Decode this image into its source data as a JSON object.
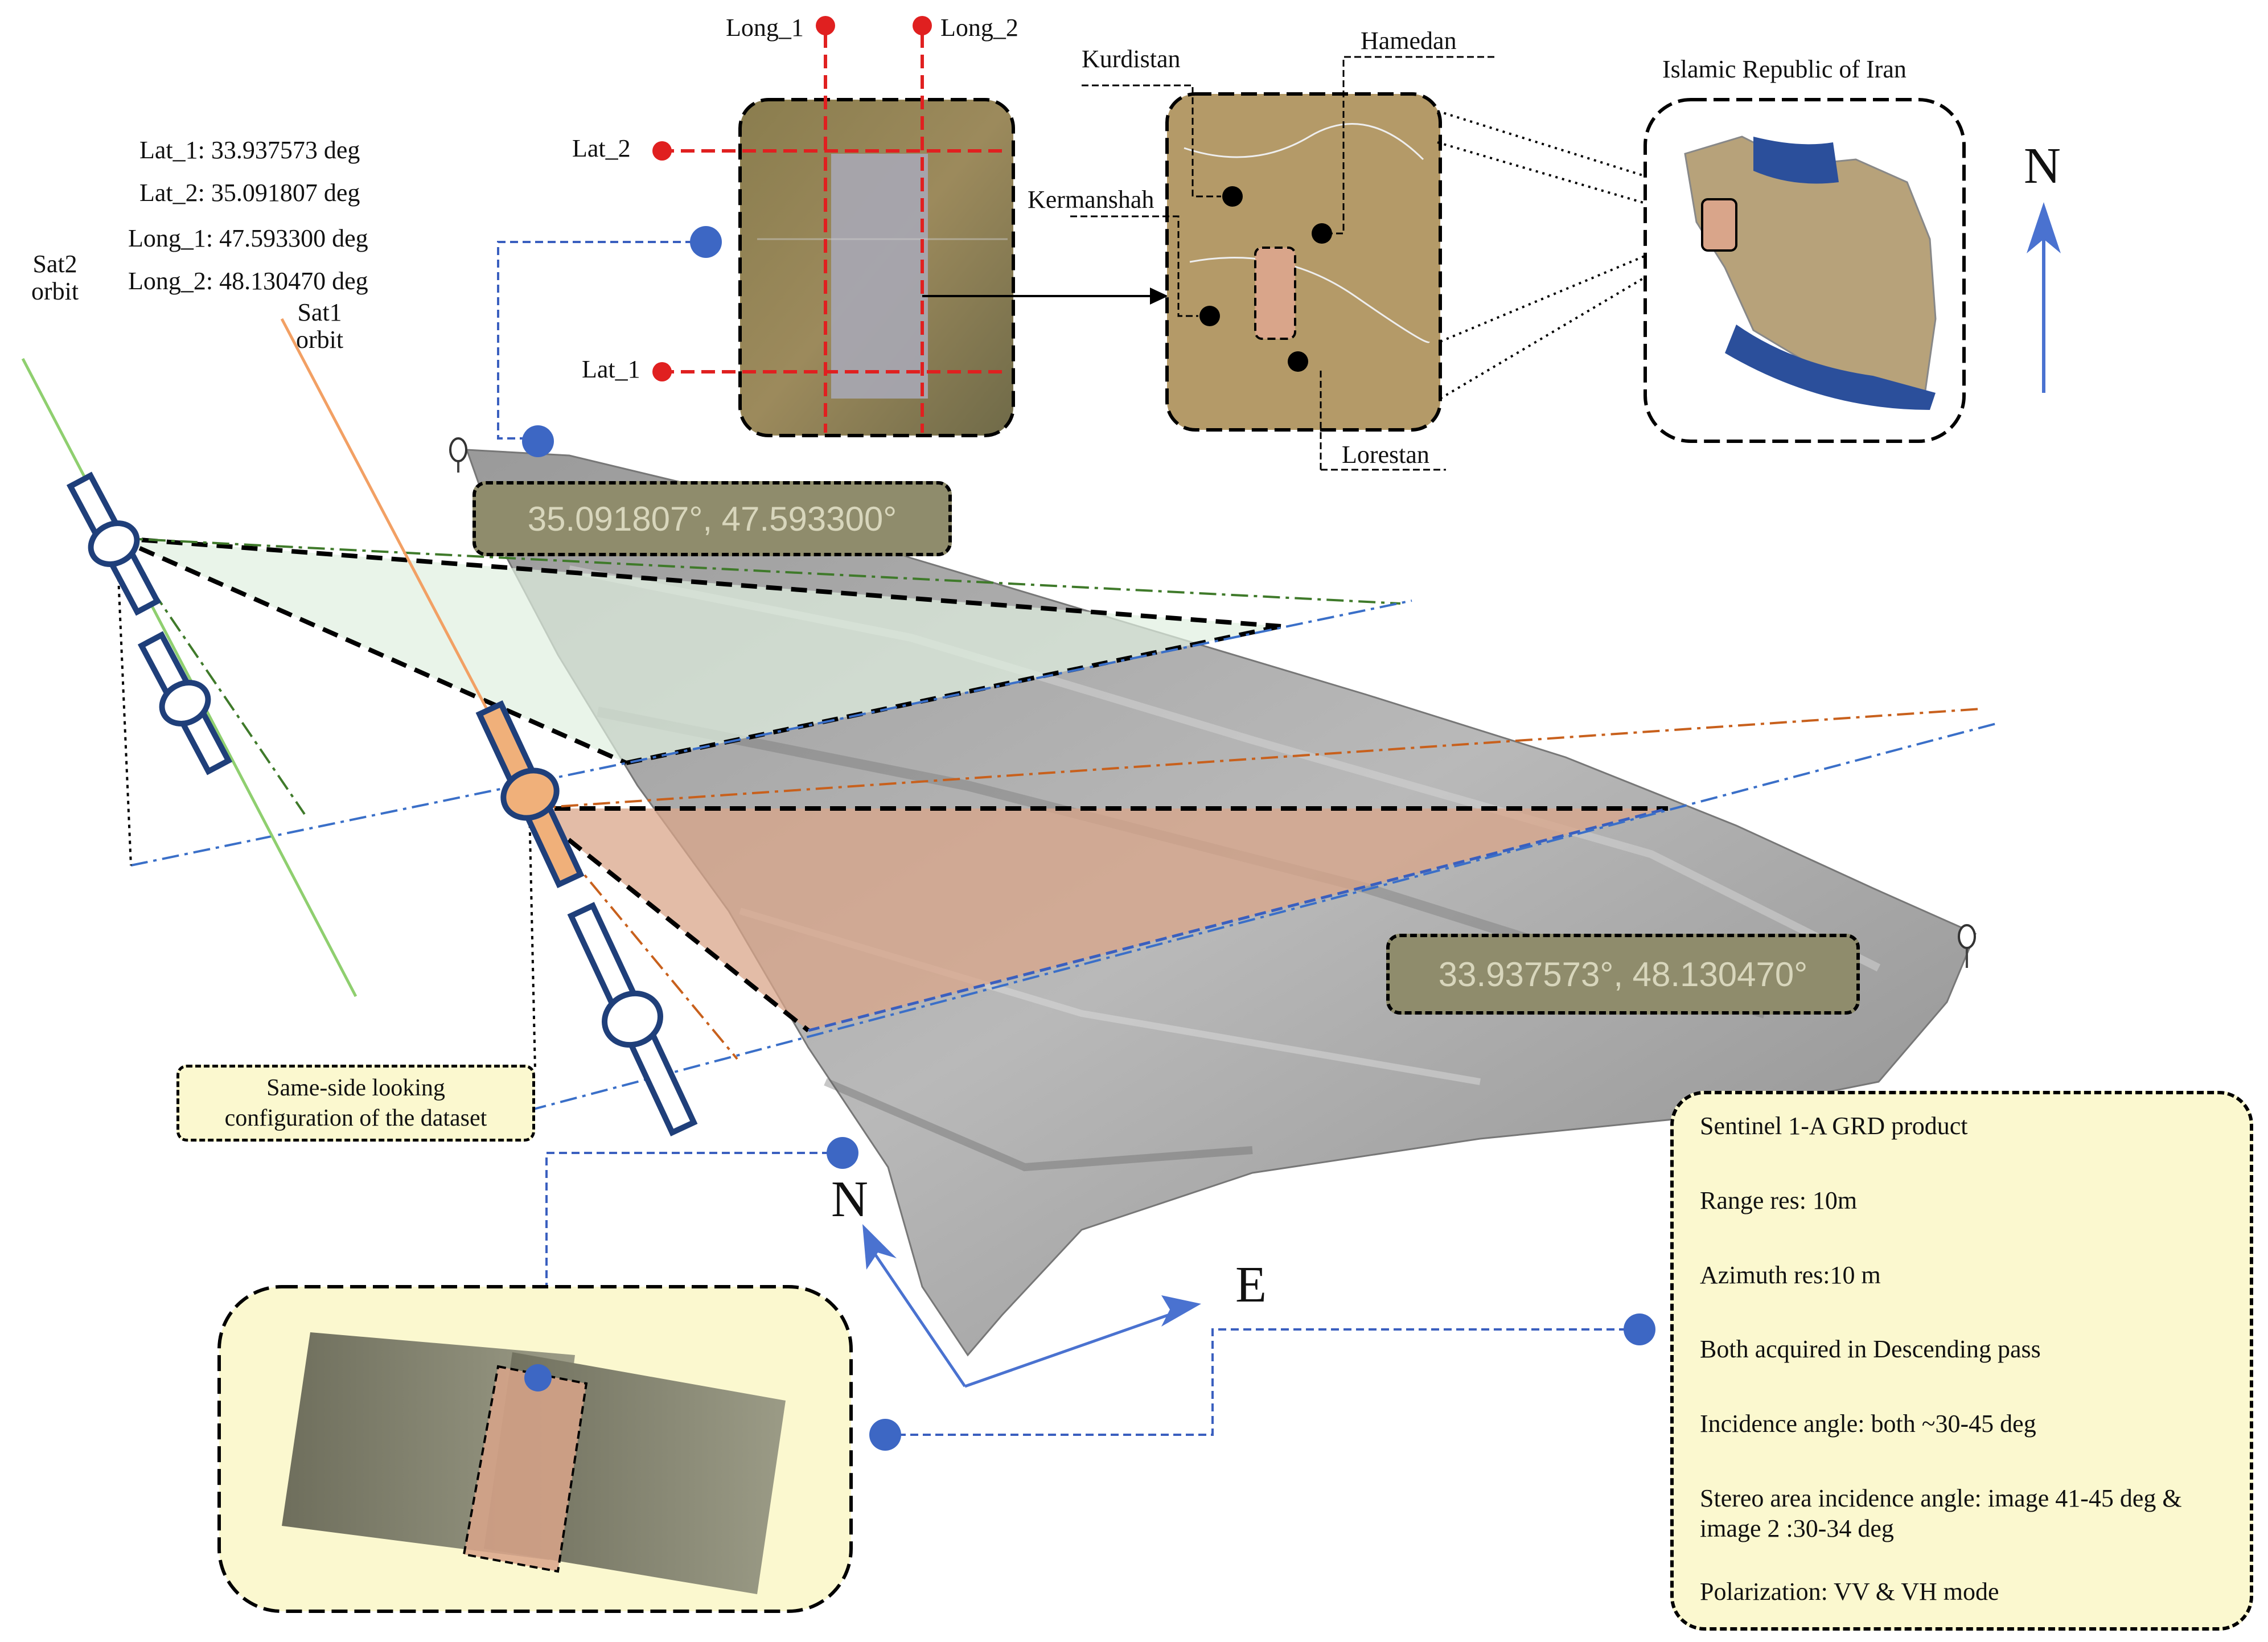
{
  "coordinates": {
    "lat_1": "Lat_1:  33.937573 deg",
    "lat_2": "Lat_2:  35.091807 deg",
    "long_1": "Long_1:  47.593300 deg",
    "long_2": "Long_2:  48.130470 deg"
  },
  "orbits": {
    "sat2": "Sat2\norbit",
    "sat1": "Sat1\norbit"
  },
  "inset_labels": {
    "long_1": "Long_1",
    "long_2": "Long_2",
    "lat_2": "Lat_2",
    "lat_1": "Lat_1"
  },
  "provinces": {
    "kurdistan": "Kurdistan",
    "hamedan": "Hamedan",
    "kermanshah": "Kermanshah",
    "lorestan": "Lorestan"
  },
  "country": "Islamic Republic of Iran",
  "north_top": "N",
  "corner_coords": {
    "top_left": "35.091807°,  47.593300°",
    "bottom_right": "33.937573°, 48.130470°"
  },
  "config_note": "Same-side looking\nconfiguration of the dataset",
  "compass": {
    "n": "N",
    "e": "E"
  },
  "specs": [
    "Sentinel 1-A GRD product",
    "Range res: 10m",
    "Azimuth res:10 m",
    "Both acquired in Descending pass",
    "Incidence angle: both ~30-45 deg",
    "Stereo area incidence angle: image 41-45 deg & image 2 :30-34 deg",
    "Polarization: VV & VH mode"
  ],
  "colors": {
    "marker_blue": "#3d67c4",
    "arrow_blue": "#4a72d0",
    "red_line": "#e02020",
    "stereo_fill": "#d9a58a",
    "sat1_color": "#f0b07a",
    "sat2_color": "#1f3f7a",
    "note_bg": "#fbf8cf"
  }
}
